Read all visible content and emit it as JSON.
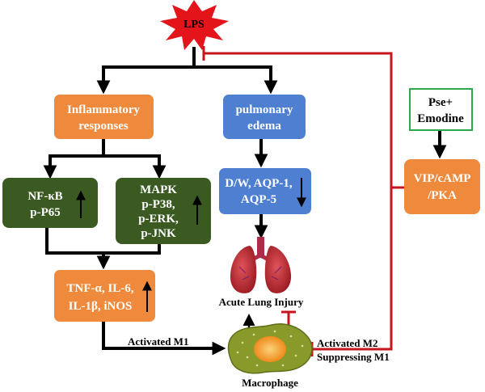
{
  "colors": {
    "orange": "#ef8a3c",
    "blue": "#4f7fd0",
    "green": "#3a5a22",
    "red": "#c4161c",
    "lps_star": "#e3151b",
    "lung": "#c0282e",
    "macrophage_body": "#8a9a2a",
    "macrophage_core": "#f08a1c",
    "green_border": "#2aa84a"
  },
  "nodes": {
    "lps": "LPS",
    "inflammatory": [
      "Inflammatory",
      "responses"
    ],
    "edema": [
      "pulmonary",
      "edema"
    ],
    "nfkb": [
      "NF-κB",
      "p-P65"
    ],
    "mapk": [
      "MAPK",
      "p-P38,",
      "p-ERK,",
      "p-JNK"
    ],
    "dw": [
      "D/W, AQP-1,",
      "AQP-5"
    ],
    "cytokines": [
      "TNF-α, IL-6,",
      "IL-1β, iNOS"
    ],
    "pse": [
      "Pse+",
      "Emodine"
    ],
    "vip": [
      "VIP/cAMP",
      "/PKA"
    ]
  },
  "labels": {
    "acute_lung_injury": "Acute Lung Injury",
    "activated_m1": "Activated M1",
    "activated_m2": "Activated M2",
    "suppressing_m1": "Suppressing M1",
    "macrophage": "Macrophage"
  },
  "icons": [
    "lps-star-icon",
    "lung-icon",
    "macrophage-cell-icon",
    "up-arrow-icon",
    "down-arrow-icon",
    "inhibition-bar-icon"
  ]
}
